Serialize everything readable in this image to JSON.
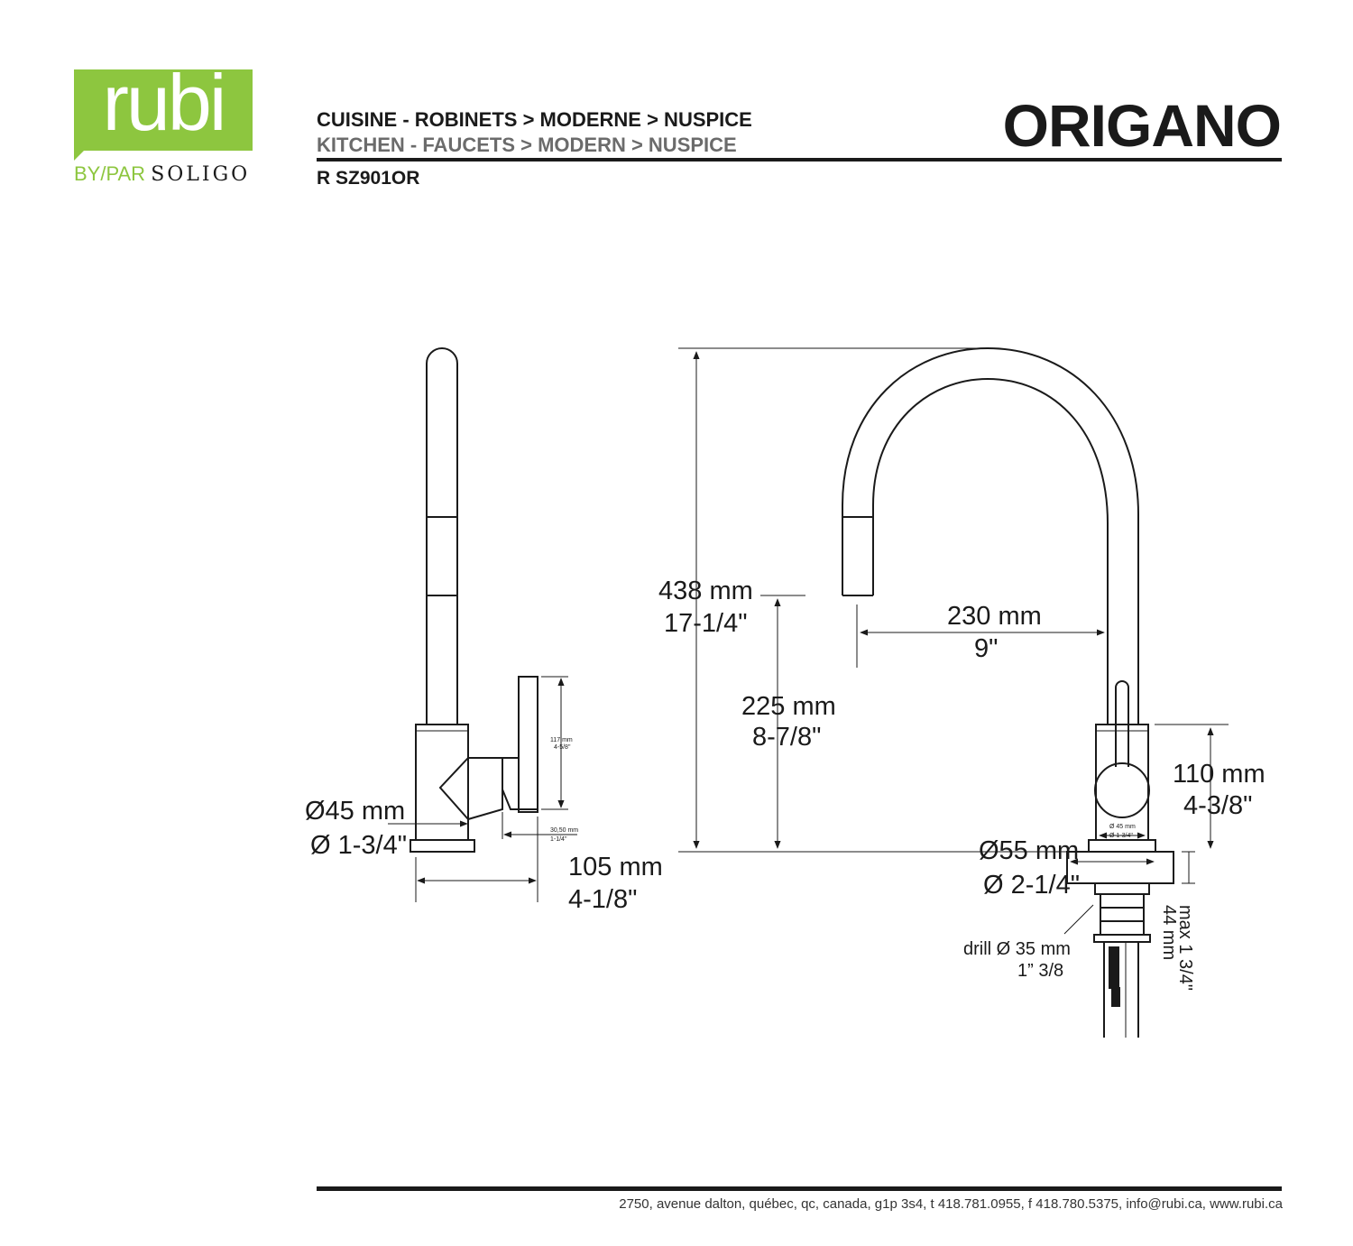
{
  "logo": {
    "word": "rubi",
    "by": "BY/PAR",
    "brand": "SOLIGO",
    "color": "#8dc63f"
  },
  "header": {
    "breadcrumb_fr": "CUISINE - ROBINETS > MODERNE > NUSPICE",
    "breadcrumb_en": "KITCHEN - FAUCETS > MODERN > NUSPICE",
    "sku": "R SZ901OR",
    "product_name": "ORIGANO"
  },
  "dimensions": {
    "side_base_dia": {
      "mm": "Ø45 mm",
      "in": "Ø 1-3/4\""
    },
    "side_depth": {
      "mm": "105 mm",
      "in": "4-1/8\""
    },
    "side_handle_height": {
      "mm": "117 mm",
      "in": "4-5/8\""
    },
    "side_handle_offset": {
      "mm": "30,50 mm",
      "in": "1-1/4\""
    },
    "total_height": {
      "mm": "438 mm",
      "in": "17-1/4\""
    },
    "spout_clearance": {
      "mm": "225 mm",
      "in": "8-7/8\""
    },
    "spout_reach": {
      "mm": "230 mm",
      "in": "9\""
    },
    "body_height": {
      "mm": "110 mm",
      "in": "4-3/8\""
    },
    "deck_plate_dia": {
      "mm": "Ø55 mm",
      "in": "Ø 2-1/4\""
    },
    "body_dia_small": {
      "mm": "Ø 45 mm",
      "in": "Ø 1-3/4\""
    },
    "drill_hole": {
      "mm": "drill Ø 35 mm",
      "in": "1” 3/8"
    },
    "max_deck": {
      "in": "max 1 3/4\"",
      "mm": "44 mm"
    }
  },
  "footer": {
    "address": "2750, avenue dalton, québec, qc, canada, g1p 3s4, t 418.781.0955, f 418.780.5375, info@rubi.ca, www.rubi.ca"
  }
}
